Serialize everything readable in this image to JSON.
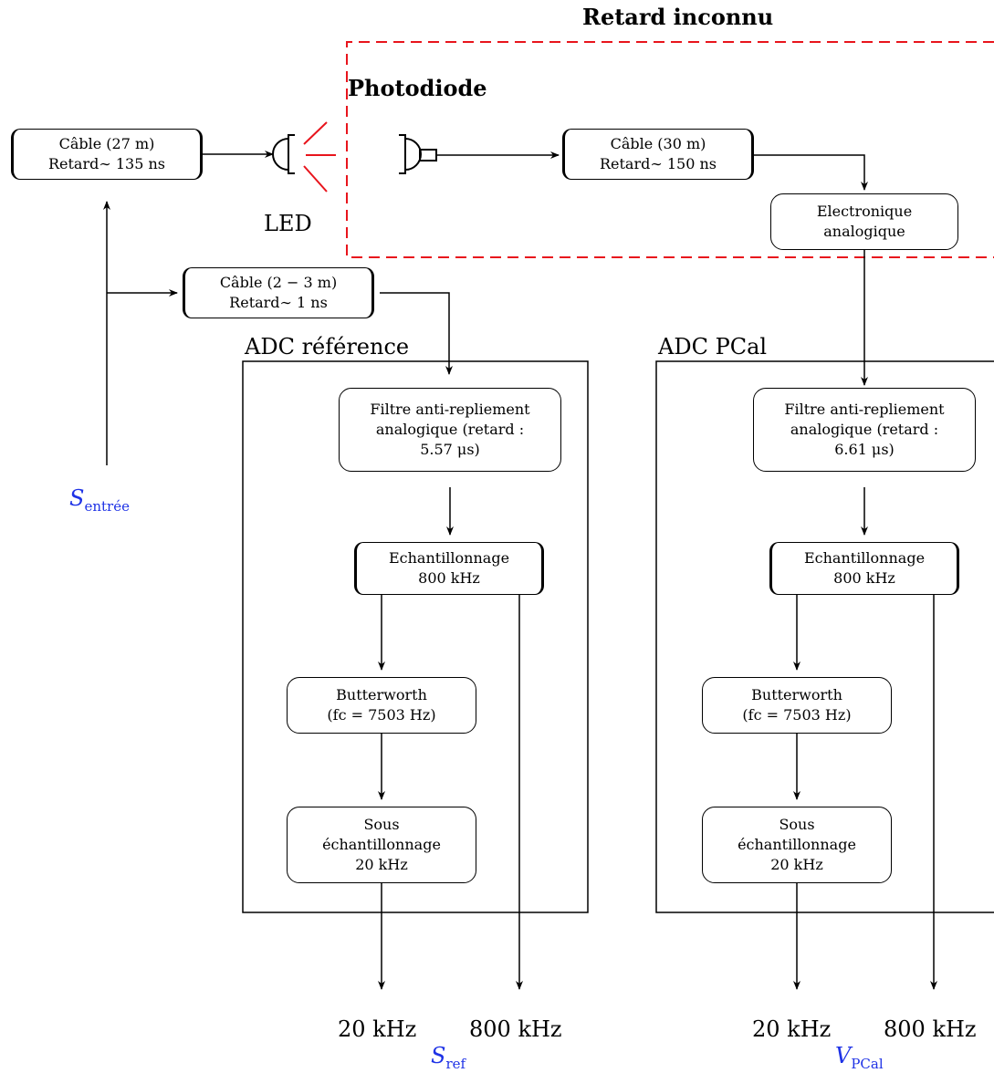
{
  "header": {
    "unknown_delay": "Retard inconnu",
    "photodiode": "Photodiode"
  },
  "led": {
    "label": "LED"
  },
  "boxes": {
    "cable27": {
      "line1": "Câble (27 m)",
      "line2": "Retard∼ 135 ns"
    },
    "cable30": {
      "line1": "Câble (30 m)",
      "line2": "Retard∼ 150 ns"
    },
    "cable23": {
      "line1": "Câble (2 − 3 m)",
      "line2": "Retard∼ 1 ns"
    },
    "electronique": {
      "line1": "Electronique",
      "line2": "analogique"
    }
  },
  "input": {
    "symbol": "S",
    "sub": "entrée"
  },
  "adc_ref": {
    "title": "ADC référence",
    "filter": {
      "line1": "Filtre anti-repliement",
      "line2": "analogique (retard :",
      "line3": "5.57 μs)"
    },
    "sampling": {
      "line1": "Echantillonnage",
      "line2": "800 kHz"
    },
    "butterworth": {
      "line1": "Butterworth",
      "line2": "(fc = 7503 Hz)"
    },
    "downsampling": {
      "line1": "Sous",
      "line2": "échantillonnage",
      "line3": "20 kHz"
    },
    "out20": "20 kHz",
    "out800": "800 kHz",
    "signal": {
      "symbol": "S",
      "sub": "ref"
    }
  },
  "adc_pcal": {
    "title": "ADC PCal",
    "filter": {
      "line1": "Filtre anti-repliement",
      "line2": "analogique (retard :",
      "line3": "6.61 μs)"
    },
    "sampling": {
      "line1": "Echantillonnage",
      "line2": "800 kHz"
    },
    "butterworth": {
      "line1": "Butterworth",
      "line2": "(fc = 7503 Hz)"
    },
    "downsampling": {
      "line1": "Sous",
      "line2": "échantillonnage",
      "line3": "20 kHz"
    },
    "out20": "20 kHz",
    "out800": "800 kHz",
    "signal": {
      "symbol": "V",
      "sub": "PCal"
    }
  },
  "colors": {
    "dashed_region": "#e8141c",
    "signal_labels": "#1f33e6",
    "led_rays": "#e8141c"
  }
}
